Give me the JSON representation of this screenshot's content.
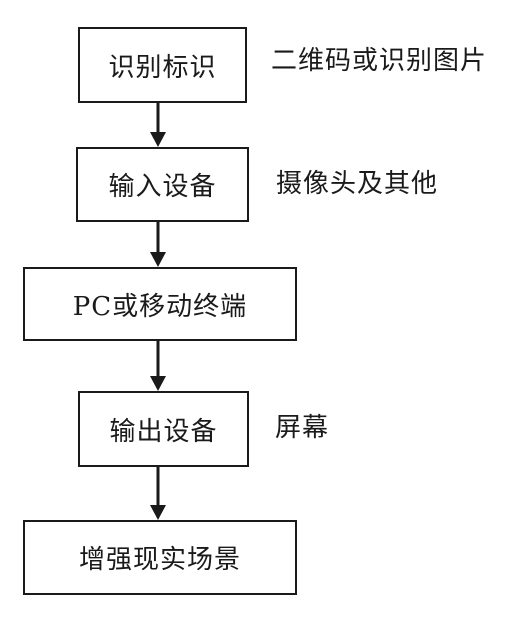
{
  "flow": {
    "steps": [
      {
        "label": "识别标识",
        "note": "二维码或识别图片"
      },
      {
        "label": "输入设备",
        "note": "摄像头及其他"
      },
      {
        "label": "PC或移动终端",
        "note": ""
      },
      {
        "label": "输出设备",
        "note": "屏幕"
      },
      {
        "label": "增强现实场景",
        "note": ""
      }
    ]
  }
}
